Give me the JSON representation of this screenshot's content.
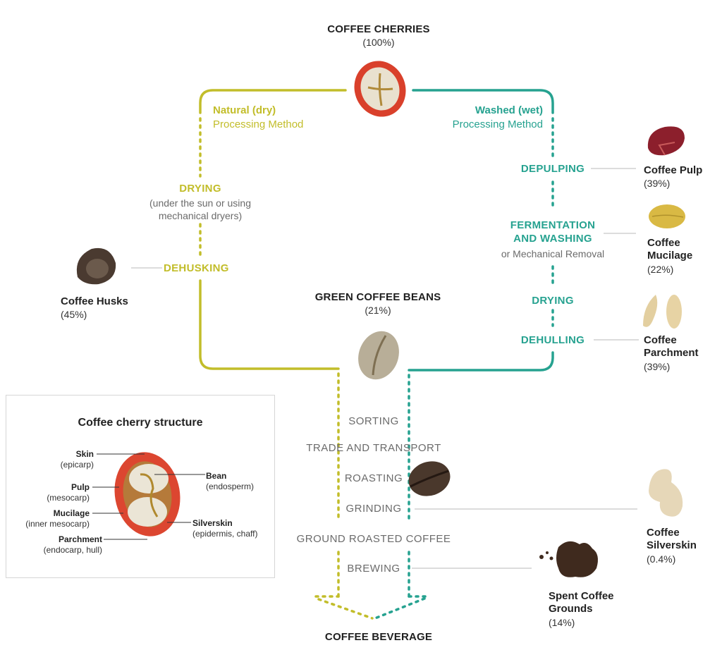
{
  "colors": {
    "natural": "#c2bd2a",
    "washed": "#26a290",
    "grey_text": "#6b6b6b",
    "connector": "#d0d0d0"
  },
  "top": {
    "title": "COFFEE CHERRIES",
    "pct": "(100%)"
  },
  "natural": {
    "method_bold": "Natural (dry)",
    "method": "Processing Method",
    "drying": "DRYING",
    "drying_note_1": "(under the sun or using",
    "drying_note_2": "mechanical dryers)",
    "dehusking": "DEHUSKING"
  },
  "washed": {
    "method_bold": "Washed (wet)",
    "method": "Processing Method",
    "depulping": "DEPULPING",
    "ferment_1": "FERMENTATION",
    "ferment_2": "AND WASHING",
    "ferment_note": "or Mechanical Removal",
    "drying": "DRYING",
    "dehulling": "DEHULLING"
  },
  "green": {
    "title": "GREEN COFFEE BEANS",
    "pct": "(21%)"
  },
  "steps": {
    "sorting": "SORTING",
    "trade": "TRADE AND TRANSPORT",
    "roasting": "ROASTING",
    "grinding": "GRINDING",
    "ground": "GROUND ROASTED COFFEE",
    "brewing": "BREWING"
  },
  "bottom": {
    "title": "COFFEE BEVERAGE"
  },
  "byproducts": {
    "husks": {
      "name": "Coffee Husks",
      "pct": "(45%)"
    },
    "pulp": {
      "name": "Coffee Pulp",
      "pct": "(39%)"
    },
    "mucilage": {
      "name_1": "Coffee",
      "name_2": "Mucilage",
      "pct": "(22%)"
    },
    "parchment": {
      "name_1": "Coffee",
      "name_2": "Parchment",
      "pct": "(39%)"
    },
    "silverskin": {
      "name_1": "Coffee",
      "name_2": "Silverskin",
      "pct": "(0.4%)"
    },
    "spent": {
      "name_1": "Spent Coffee",
      "name_2": "Grounds",
      "pct": "(14%)"
    }
  },
  "structure": {
    "title": "Coffee cherry structure",
    "skin": "Skin",
    "skin_sub": "(epicarp)",
    "pulp": "Pulp",
    "pulp_sub": "(mesocarp)",
    "mucilage": "Mucilage",
    "mucilage_sub": "(inner mesocarp)",
    "parchment": "Parchment",
    "parchment_sub": "(endocarp, hull)",
    "bean": "Bean",
    "bean_sub": "(endosperm)",
    "silverskin": "Silverskin",
    "silverskin_sub": "(epidermis, chaff)"
  }
}
